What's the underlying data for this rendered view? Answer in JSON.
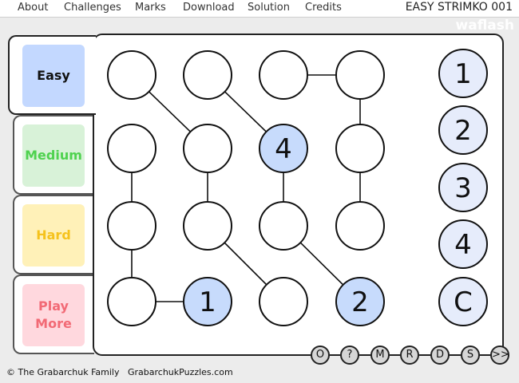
{
  "menu": [
    {
      "label": "About",
      "name": "menu-about"
    },
    {
      "label": "Challenges",
      "name": "menu-challenges"
    },
    {
      "label": "Marks",
      "name": "menu-marks"
    },
    {
      "label": "Download",
      "name": "menu-download"
    },
    {
      "label": "Solution",
      "name": "menu-solution"
    },
    {
      "label": "Credits",
      "name": "menu-credits"
    }
  ],
  "title": "EASY STRIMKO 001",
  "brand": "waflash",
  "tabs": [
    {
      "label": "Easy",
      "bg": "#c3d8ff",
      "color": "#111111",
      "active": true
    },
    {
      "label": "Medium",
      "bg": "#d8f2d8",
      "color": "#4fd24f",
      "active": false
    },
    {
      "label": "Hard",
      "bg": "#fff1b8",
      "color": "#f5c21c",
      "active": false
    },
    {
      "label": "Play\nMore",
      "bg": "#ffd8de",
      "color": "#f26a75",
      "active": false
    }
  ],
  "grid": {
    "rows": 4,
    "cols": 4,
    "values": [
      [
        "",
        "",
        "",
        ""
      ],
      [
        "",
        "",
        "4",
        ""
      ],
      [
        "",
        "",
        "",
        ""
      ],
      [
        "",
        "1",
        "",
        "2"
      ]
    ],
    "links": [
      [
        [
          0,
          0
        ],
        [
          1,
          1
        ]
      ],
      [
        [
          0,
          1
        ],
        [
          1,
          2
        ]
      ],
      [
        [
          0,
          2
        ],
        [
          0,
          3
        ]
      ],
      [
        [
          0,
          3
        ],
        [
          1,
          3
        ]
      ],
      [
        [
          1,
          0
        ],
        [
          2,
          0
        ]
      ],
      [
        [
          1,
          1
        ],
        [
          2,
          1
        ]
      ],
      [
        [
          1,
          2
        ],
        [
          2,
          2
        ]
      ],
      [
        [
          1,
          3
        ],
        [
          2,
          3
        ]
      ],
      [
        [
          2,
          0
        ],
        [
          3,
          0
        ]
      ],
      [
        [
          2,
          1
        ],
        [
          3,
          2
        ]
      ],
      [
        [
          2,
          2
        ],
        [
          3,
          3
        ]
      ],
      [
        [
          3,
          0
        ],
        [
          3,
          1
        ]
      ]
    ]
  },
  "colors": {
    "given_fill": "#c7dbfc",
    "empty_fill": "#ffffff",
    "palette_fill": "#e6ecfb",
    "stroke": "#111111"
  },
  "palette": [
    "1",
    "2",
    "3",
    "4",
    "C"
  ],
  "tools": [
    "O",
    "?",
    "M",
    "R",
    "D",
    "S",
    ">>"
  ],
  "footer": {
    "copyright": "© The Grabarchuk Family",
    "site": "GrabarchukPuzzles.com"
  }
}
